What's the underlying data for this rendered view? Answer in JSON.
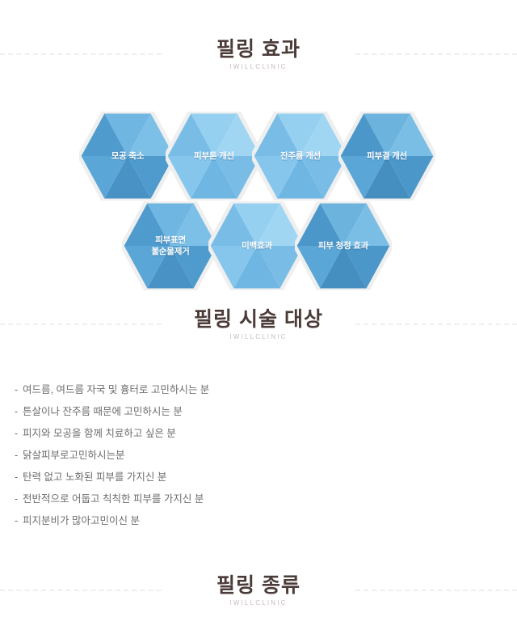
{
  "page": {
    "background": "#ffffff",
    "brand_subtitle": "IWILLCLINIC",
    "title_color": "#4b3c39",
    "text_color": "#6d6d6d"
  },
  "sections": {
    "effects": {
      "title": "필링 효과",
      "subtitle": "IWILLCLINIC"
    },
    "candidates": {
      "title": "필링 시술 대상",
      "subtitle": "IWILLCLINIC"
    },
    "types": {
      "title": "필링 종류",
      "subtitle": "IWILLCLINIC"
    }
  },
  "hexagons": {
    "top_row": [
      {
        "label": "모공 축소",
        "tone": "medium",
        "colors": {
          "base": "#5aa6d6",
          "light": "#6fb6e2",
          "lighter": "#7cc0e8",
          "dark": "#4f9bcd",
          "darker": "#4892c6"
        }
      },
      {
        "label": "피부톤 개선",
        "tone": "light",
        "colors": {
          "base": "#86c6ec",
          "light": "#96d0f1",
          "lighter": "#a1d6f3",
          "dark": "#79bde7",
          "darker": "#6fb6e2"
        }
      },
      {
        "label": "잔주름 개선",
        "tone": "light",
        "colors": {
          "base": "#86c6ec",
          "light": "#96d0f1",
          "lighter": "#a1d6f3",
          "dark": "#79bde7",
          "darker": "#6fb6e2"
        }
      },
      {
        "label": "피부결 개선",
        "tone": "dark",
        "colors": {
          "base": "#5aa6d6",
          "light": "#6cb3de",
          "lighter": "#7abeE6",
          "dark": "#4c97ca",
          "darker": "#448ec0"
        }
      }
    ],
    "bottom_row": [
      {
        "label": "피부표면\n불순물제거",
        "tone": "medium",
        "colors": {
          "base": "#5aa6d6",
          "light": "#6fb6e2",
          "lighter": "#7cc0e8",
          "dark": "#4f9bcd",
          "darker": "#4892c6"
        }
      },
      {
        "label": "미백효과",
        "tone": "light",
        "colors": {
          "base": "#86c6ec",
          "light": "#96d0f1",
          "lighter": "#a1d6f3",
          "dark": "#79bde7",
          "darker": "#6fb6e2"
        }
      },
      {
        "label": "피부 청정 효과",
        "tone": "dark",
        "colors": {
          "base": "#5aa6d6",
          "light": "#6cb3de",
          "lighter": "#7abee6",
          "dark": "#4c97ca",
          "darker": "#448ec0"
        }
      }
    ]
  },
  "candidate_items": [
    "여드름, 여드름 자국 및 흉터로 고민하시는 분",
    "튼살이나 잔주름 때문에 고민하시는 분",
    "피지와 모공을 함께 치료하고 싶은 분",
    "닭살피부로고민하시는분",
    "탄력 없고 노화된 피부를 가지신 분",
    "전반적으로 어둡고 칙칙한 피부를 가지신 분",
    "피지분비가 많아고민이신 분"
  ],
  "bullet": "-"
}
